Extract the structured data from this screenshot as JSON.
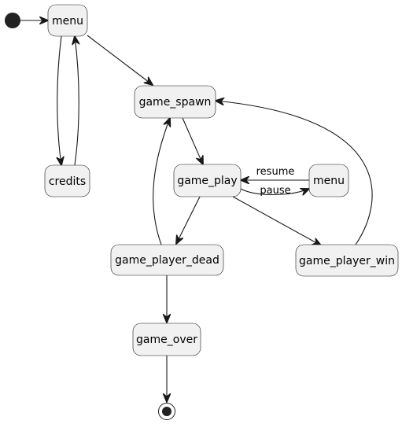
{
  "diagram": {
    "type": "state-diagram",
    "line_color": "#181818",
    "state_fill": "#f1f1f1",
    "states": {
      "menu_main": "menu",
      "credits": "credits",
      "game_spawn": "game_spawn",
      "game_play": "game_play",
      "menu_pause": "menu",
      "game_player_dead": "game_player_dead",
      "game_player_win": "game_player_win",
      "game_over": "game_over"
    },
    "pseudostates": [
      "initial",
      "final"
    ],
    "transitions": [
      {
        "from": "initial",
        "to": "menu_main",
        "label": ""
      },
      {
        "from": "menu_main",
        "to": "credits",
        "label": ""
      },
      {
        "from": "credits",
        "to": "menu_main",
        "label": ""
      },
      {
        "from": "menu_main",
        "to": "game_spawn",
        "label": ""
      },
      {
        "from": "game_spawn",
        "to": "game_play",
        "label": ""
      },
      {
        "from": "game_play",
        "to": "menu_pause",
        "label": "pause"
      },
      {
        "from": "menu_pause",
        "to": "game_play",
        "label": "resume"
      },
      {
        "from": "game_play",
        "to": "game_player_dead",
        "label": ""
      },
      {
        "from": "game_play",
        "to": "game_player_win",
        "label": ""
      },
      {
        "from": "game_player_dead",
        "to": "game_spawn",
        "label": ""
      },
      {
        "from": "game_player_win",
        "to": "game_spawn",
        "label": ""
      },
      {
        "from": "game_player_dead",
        "to": "game_over",
        "label": ""
      },
      {
        "from": "game_over",
        "to": "final",
        "label": ""
      }
    ],
    "labels": {
      "resume": "resume",
      "pause": "pause"
    }
  }
}
